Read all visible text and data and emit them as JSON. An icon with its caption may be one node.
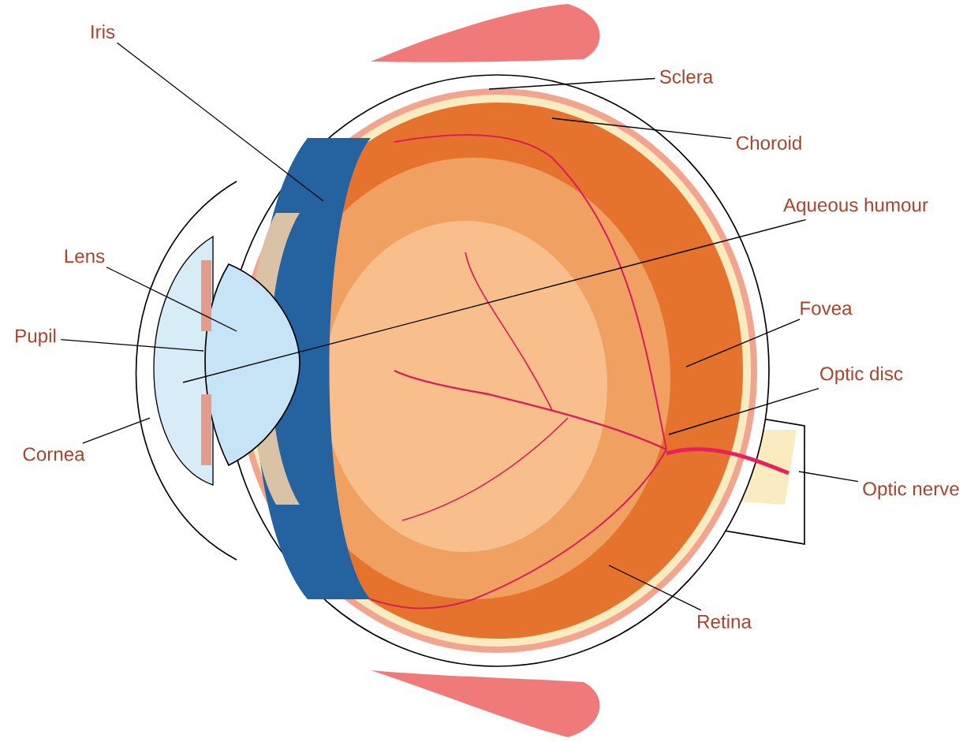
{
  "diagram": {
    "nodes": [
      {
        "text": [
          "Iris"
        ]
      },
      {
        "text": [
          "Sclera"
        ]
      },
      {
        "text": [
          "Choroid"
        ]
      },
      {
        "text": [
          "Aqueous humour"
        ]
      },
      {
        "text": [
          "Lens"
        ]
      },
      {
        "text": [
          "Fovea"
        ]
      },
      {
        "text": [
          "Pupil"
        ]
      },
      {
        "text": [
          "Optic disc"
        ]
      },
      {
        "text": [
          "Cornea"
        ]
      },
      {
        "text": [
          "Optic nerve"
        ]
      },
      {
        "text": [
          "Retina"
        ]
      }
    ],
    "edges": [
      {
        "from": 0,
        "to": null,
        "arrow": "none"
      },
      {
        "from": 1,
        "to": null,
        "arrow": "none"
      },
      {
        "from": 2,
        "to": null,
        "arrow": "none"
      },
      {
        "from": 3,
        "to": null,
        "arrow": "none"
      },
      {
        "from": 4,
        "to": null,
        "arrow": "none"
      },
      {
        "from": 5,
        "to": null,
        "arrow": "none"
      },
      {
        "from": 6,
        "to": null,
        "arrow": "none"
      },
      {
        "from": 7,
        "to": null,
        "arrow": "none"
      },
      {
        "from": 8,
        "to": null,
        "arrow": "none"
      },
      {
        "from": 9,
        "to": null,
        "arrow": "none"
      },
      {
        "from": 10,
        "to": null,
        "arrow": "none"
      }
    ]
  }
}
